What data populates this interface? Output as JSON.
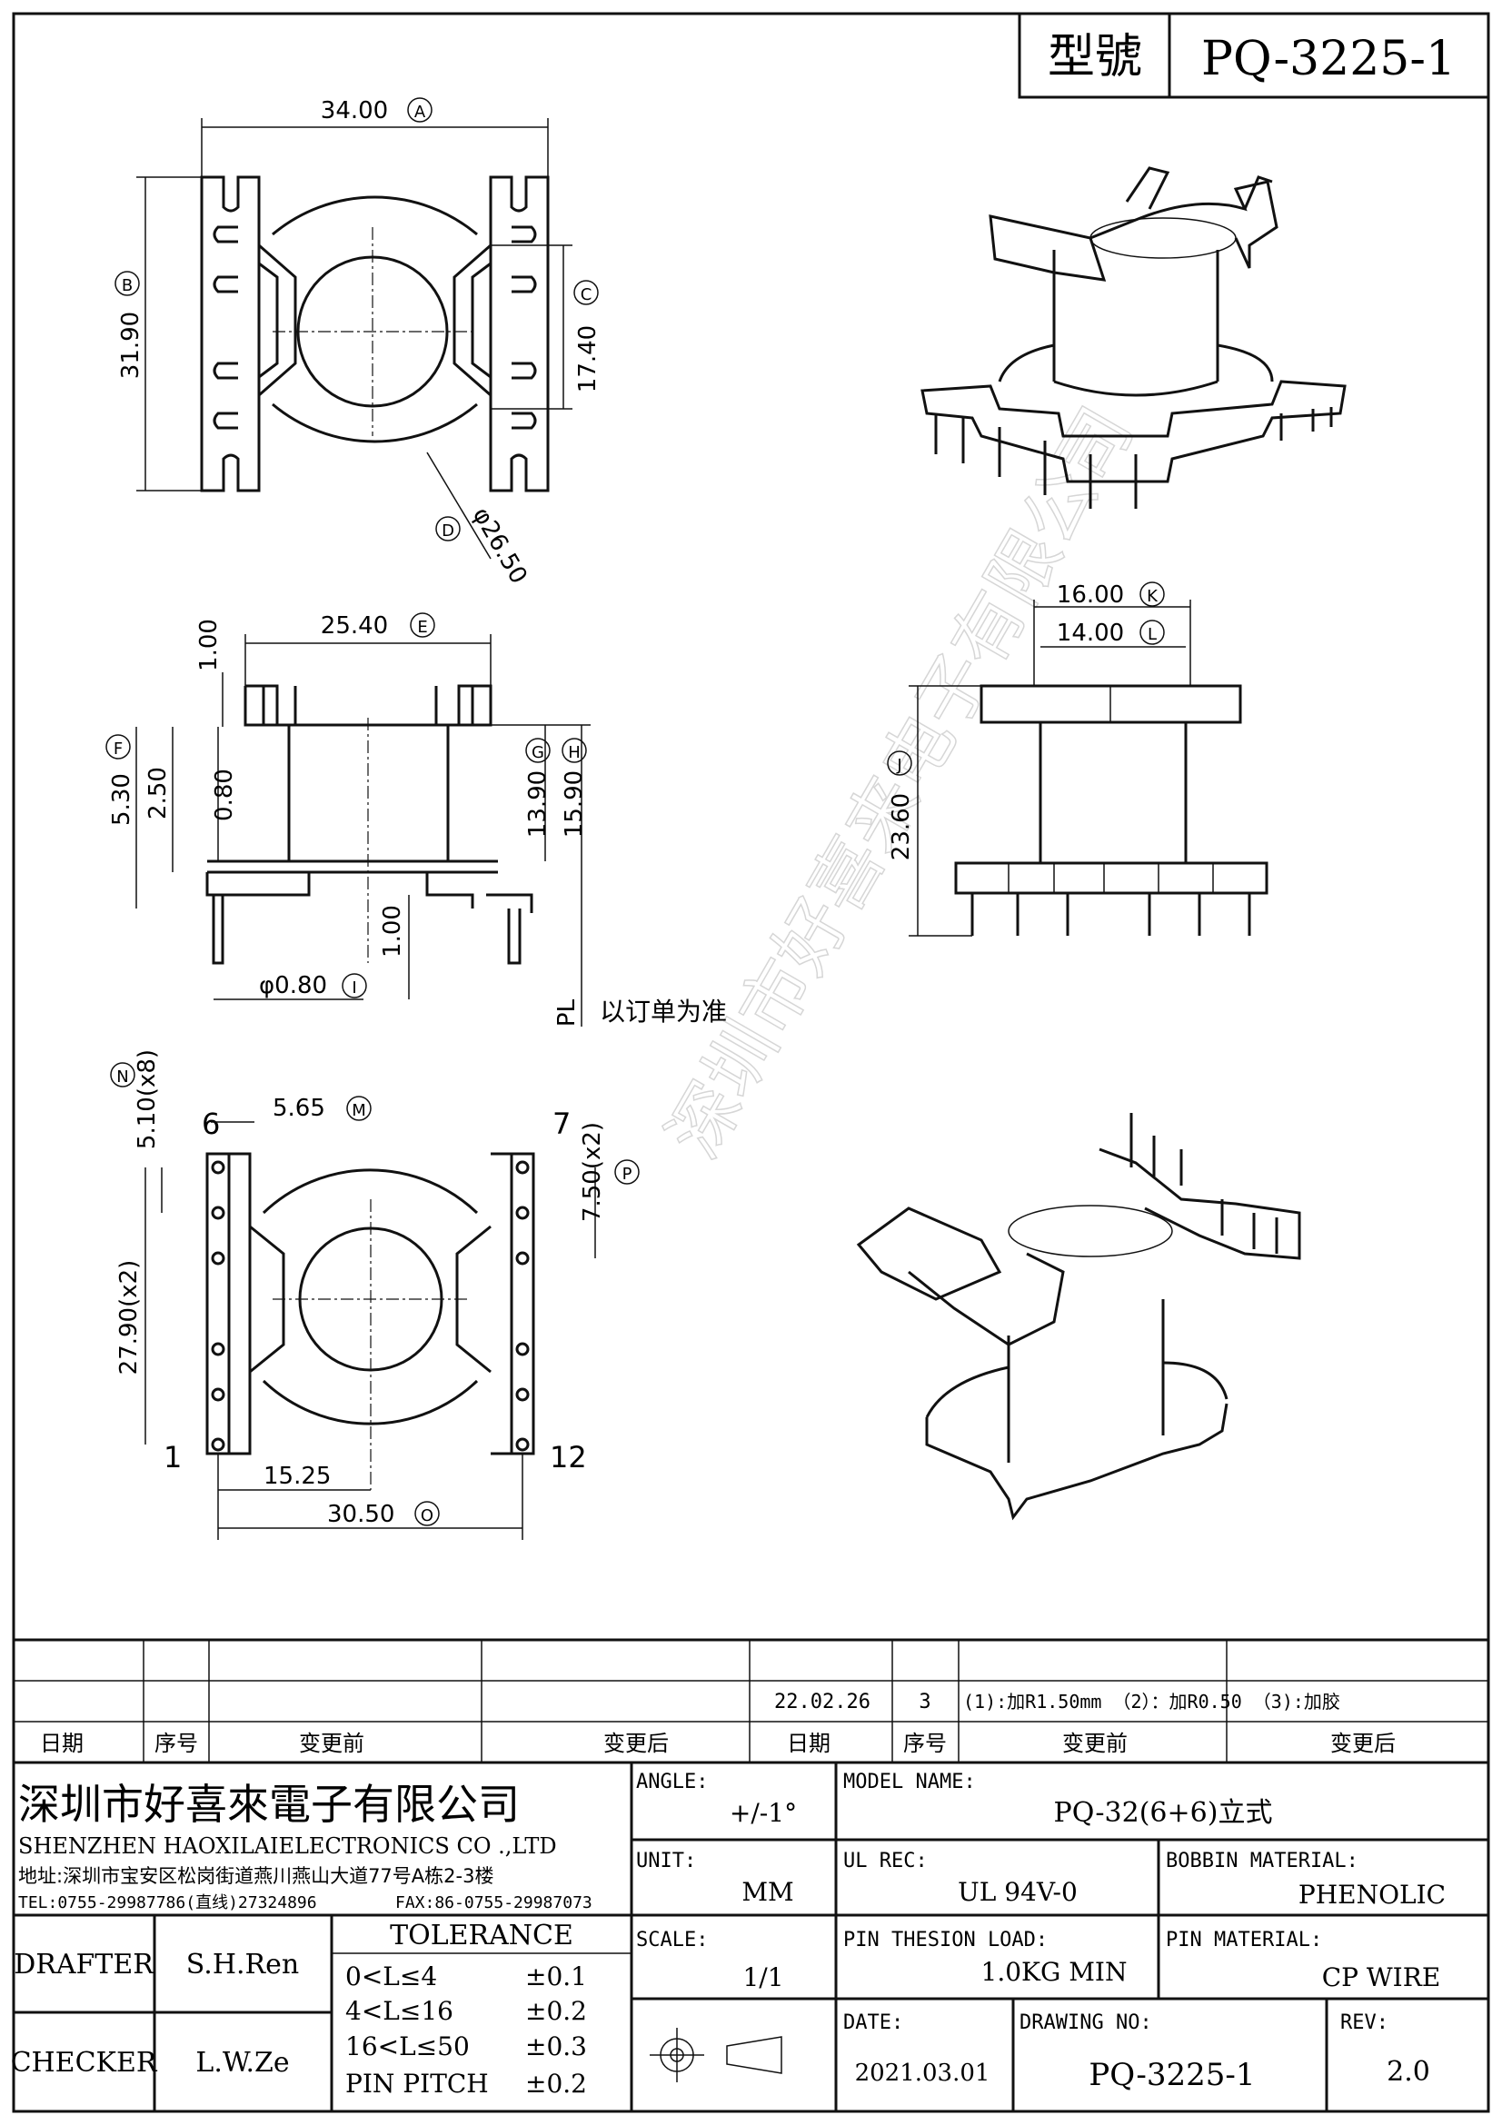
{
  "header": {
    "model_label": "型號",
    "model_value": "PQ-3225-1"
  },
  "dimensions": {
    "top_view": {
      "width": "34.00",
      "width_ref": "A",
      "height": "31.90",
      "height_ref": "B",
      "inner": "17.40",
      "inner_ref": "C",
      "diameter": "φ26.50",
      "diameter_ref": "D"
    },
    "side_view": {
      "width": "25.40",
      "width_ref": "E",
      "top_gap": "1.00",
      "f_dim": "5.30",
      "f_ref": "F",
      "f2": "2.50",
      "f3": "0.80",
      "g_dim": "13.90",
      "g_ref": "G",
      "h_dim": "15.90",
      "h_ref": "H",
      "pin_gap": "1.00",
      "pin_dia": "φ0.80",
      "pin_ref": "I",
      "pl_label": "PL",
      "pl_note": "以订单为准"
    },
    "front_view": {
      "k_dim": "16.00",
      "k_ref": "K",
      "l_dim": "14.00",
      "l_ref": "L",
      "j_dim": "23.60",
      "j_ref": "J"
    },
    "bottom_view": {
      "n_dim": "5.10(x8)",
      "n_ref": "N",
      "m_dim": "5.65",
      "m_ref": "M",
      "p_dim": "7.50(x2)",
      "p_ref": "P",
      "q_dim": "27.90(x2)",
      "half_width": "15.25",
      "o_dim": "30.50",
      "o_ref": "O",
      "pin_6": "6",
      "pin_7": "7",
      "pin_1": "1",
      "pin_12": "12"
    }
  },
  "watermark": "深圳市好喜来电子有限公司",
  "revision_table": {
    "headers": [
      "日期",
      "序号",
      "变更前",
      "变更后",
      "日期",
      "序号",
      "变更前",
      "变更后"
    ],
    "entry": {
      "date": "22.02.26",
      "seq": "3",
      "note": "(1):加R1.50mm （2）：加R0.50 （3):加胶"
    }
  },
  "company": {
    "name_cn": "深圳市好喜來電子有限公司",
    "name_en": "SHENZHEN HAOXILAIELECTRONICS CO .,LTD",
    "address": "地址:深圳市宝安区松岗街道燕川燕山大道77号A栋2-3楼",
    "tel": "TEL:0755-29987786(直线)27324896",
    "fax": "FAX:86-0755-29987073"
  },
  "title_block": {
    "angle_label": "ANGLE:",
    "angle_value": "+/-1°",
    "model_name_label": "MODEL NAME:",
    "model_name_value": "PQ-32(6+6)立式",
    "unit_label": "UNIT:",
    "unit_value": "MM",
    "ul_rec_label": "UL REC:",
    "ul_rec_value": "UL 94V-0",
    "bobbin_material_label": "BOBBIN MATERIAL:",
    "bobbin_material_value": "PHENOLIC",
    "scale_label": "SCALE:",
    "scale_value": "1/1",
    "pin_tension_label": "PIN THESION LOAD:",
    "pin_tension_value": "1.0KG MIN",
    "pin_material_label": "PIN MATERIAL:",
    "pin_material_value": "CP  WIRE",
    "date_label": "DATE:",
    "date_value": "2021.03.01",
    "drawing_no_label": "DRAWING NO:",
    "drawing_no_value": "PQ-3225-1",
    "rev_label": "REV:",
    "rev_value": "2.0",
    "drafter_label": "DRAFTER",
    "drafter_value": "S.H.Ren",
    "checker_label": "CHECKER",
    "checker_value": "L.W.Ze",
    "tolerance_label": "TOLERANCE",
    "tolerances": [
      {
        "range": "0<L≤4",
        "value": "±0.1"
      },
      {
        "range": "4<L≤16",
        "value": "±0.2"
      },
      {
        "range": "16<L≤50",
        "value": "±0.3"
      },
      {
        "range": "PIN PITCH",
        "value": "±0.2"
      }
    ]
  }
}
